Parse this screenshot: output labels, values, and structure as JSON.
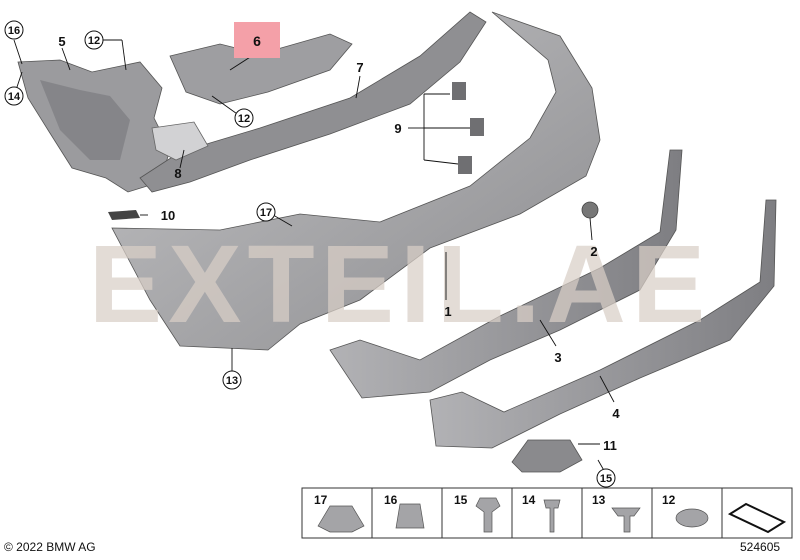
{
  "part_numbers": [
    "1",
    "2",
    "3",
    "4",
    "5",
    "6",
    "7",
    "8",
    "9",
    "10",
    "11",
    "12",
    "13",
    "14",
    "15",
    "16",
    "17"
  ],
  "highlighted_part": "6",
  "watermark": "EXTEIL.AE",
  "legend": [
    {
      "number": "17",
      "icon": "clip-icon"
    },
    {
      "number": "16",
      "icon": "expanding-nut-icon"
    },
    {
      "number": "15",
      "icon": "hex-bolt-icon"
    },
    {
      "number": "14",
      "icon": "screw-icon"
    },
    {
      "number": "13",
      "icon": "washer-screw-icon"
    },
    {
      "number": "12",
      "icon": "nut-icon"
    },
    {
      "number": "",
      "icon": "mat-arrow-icon"
    }
  ],
  "copyright": "© 2022 BMW AG",
  "reference_number": "524605",
  "colors": {
    "part_fill": "#a9a9ab",
    "part_dark": "#7d7d80",
    "highlight": "#f4a0a8",
    "watermark": "#d9cfc7"
  }
}
